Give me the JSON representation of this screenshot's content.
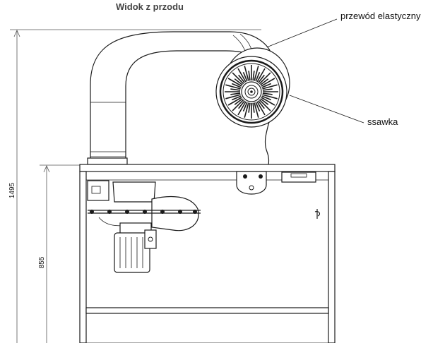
{
  "diagram": {
    "view_title": "Widok z przodu",
    "callouts": {
      "hose": "przewód elastyczny",
      "nozzle": "ssawka"
    },
    "dimensions": {
      "total_height": "1495",
      "table_height": "855"
    }
  },
  "colors": {
    "line": "#1a1a1a",
    "dimension": "#555555",
    "background": "#ffffff"
  }
}
